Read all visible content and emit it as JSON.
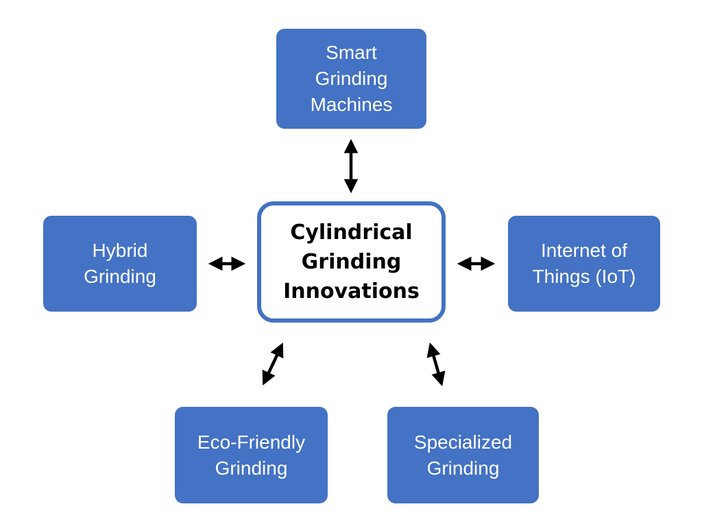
{
  "diagram": {
    "title": "Cylindrical Grinding Innovations",
    "center": {
      "id": "cylindrical-grinding-innovations",
      "label": "Cylindrical\nGrinding\nInnovations"
    },
    "nodes": [
      {
        "id": "smart-grinding-machines",
        "position": "top",
        "label": "Smart\nGrinding\nMachines"
      },
      {
        "id": "hybrid-grinding",
        "position": "left",
        "label": "Hybrid\nGrinding"
      },
      {
        "id": "internet-of-things",
        "position": "right",
        "label": "Internet of\nThings (IoT)"
      },
      {
        "id": "eco-friendly-grinding",
        "position": "bottom-left",
        "label": "Eco-Friendly\nGrinding"
      },
      {
        "id": "specialized-grinding",
        "position": "bottom-right",
        "label": "Specialized\nGrinding"
      }
    ],
    "connectors": [
      {
        "from": "cylindrical-grinding-innovations",
        "to": "smart-grinding-machines",
        "style": "double-arrow"
      },
      {
        "from": "cylindrical-grinding-innovations",
        "to": "hybrid-grinding",
        "style": "double-arrow"
      },
      {
        "from": "cylindrical-grinding-innovations",
        "to": "internet-of-things",
        "style": "double-arrow"
      },
      {
        "from": "cylindrical-grinding-innovations",
        "to": "eco-friendly-grinding",
        "style": "double-arrow"
      },
      {
        "from": "cylindrical-grinding-innovations",
        "to": "specialized-grinding",
        "style": "double-arrow"
      }
    ],
    "colors": {
      "node_fill": "#4472C4",
      "node_text": "#FFFFFF",
      "center_fill": "#FFFFFF",
      "center_border": "#4472C4",
      "center_text": "#000000",
      "arrow": "#000000",
      "background": "#FFFFFF"
    }
  }
}
